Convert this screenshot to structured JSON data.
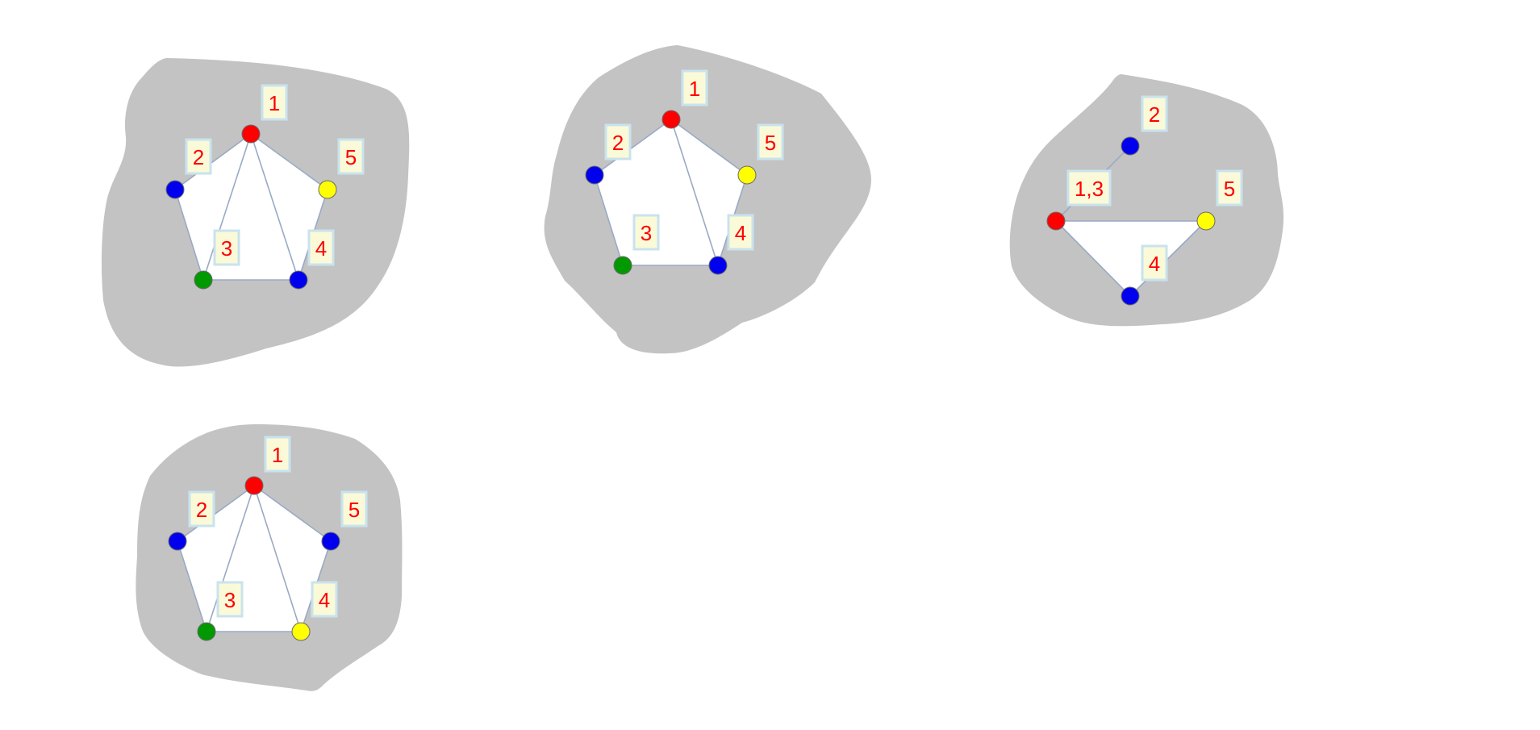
{
  "colors": {
    "red": "#ff0000",
    "blue": "#0000ee",
    "yellow": "#ffff00",
    "green": "#009900",
    "blob": "#c3c3c3",
    "face": "#ffffff",
    "edge": "#9aaac4",
    "label_text": "#ff0000",
    "label_bg": "#fafad8"
  },
  "graphs": [
    {
      "nodes": [
        {
          "id": "1",
          "color": "red",
          "label": "1"
        },
        {
          "id": "2",
          "color": "blue",
          "label": "2"
        },
        {
          "id": "5",
          "color": "yellow",
          "label": "5"
        },
        {
          "id": "3",
          "color": "green",
          "label": "3"
        },
        {
          "id": "4",
          "color": "blue",
          "label": "4"
        }
      ],
      "edges": [
        [
          "1",
          "2"
        ],
        [
          "1",
          "5"
        ],
        [
          "1",
          "3"
        ],
        [
          "1",
          "4"
        ],
        [
          "2",
          "3"
        ],
        [
          "5",
          "4"
        ],
        [
          "3",
          "4"
        ]
      ]
    },
    {
      "nodes": [
        {
          "id": "1",
          "color": "red",
          "label": "1"
        },
        {
          "id": "2",
          "color": "blue",
          "label": "2"
        },
        {
          "id": "5",
          "color": "yellow",
          "label": "5"
        },
        {
          "id": "3",
          "color": "green",
          "label": "3"
        },
        {
          "id": "4",
          "color": "blue",
          "label": "4"
        }
      ],
      "edges": [
        [
          "1",
          "2"
        ],
        [
          "1",
          "5"
        ],
        [
          "1",
          "4"
        ],
        [
          "2",
          "3"
        ],
        [
          "5",
          "4"
        ],
        [
          "3",
          "4"
        ]
      ]
    },
    {
      "nodes": [
        {
          "id": "2",
          "color": "blue",
          "label": "2"
        },
        {
          "id": "13",
          "color": "red",
          "label": "1,3"
        },
        {
          "id": "5",
          "color": "yellow",
          "label": "5"
        },
        {
          "id": "4",
          "color": "blue",
          "label": "4"
        }
      ],
      "edges": [
        [
          "2",
          "13"
        ],
        [
          "13",
          "5"
        ],
        [
          "13",
          "4"
        ],
        [
          "5",
          "4"
        ]
      ]
    },
    {
      "nodes": [
        {
          "id": "1",
          "color": "red",
          "label": "1"
        },
        {
          "id": "2",
          "color": "blue",
          "label": "2"
        },
        {
          "id": "5",
          "color": "blue",
          "label": "5"
        },
        {
          "id": "3",
          "color": "green",
          "label": "3"
        },
        {
          "id": "4",
          "color": "yellow",
          "label": "4"
        }
      ],
      "edges": [
        [
          "1",
          "2"
        ],
        [
          "1",
          "5"
        ],
        [
          "1",
          "3"
        ],
        [
          "1",
          "4"
        ],
        [
          "2",
          "3"
        ],
        [
          "5",
          "4"
        ],
        [
          "3",
          "4"
        ]
      ]
    }
  ]
}
